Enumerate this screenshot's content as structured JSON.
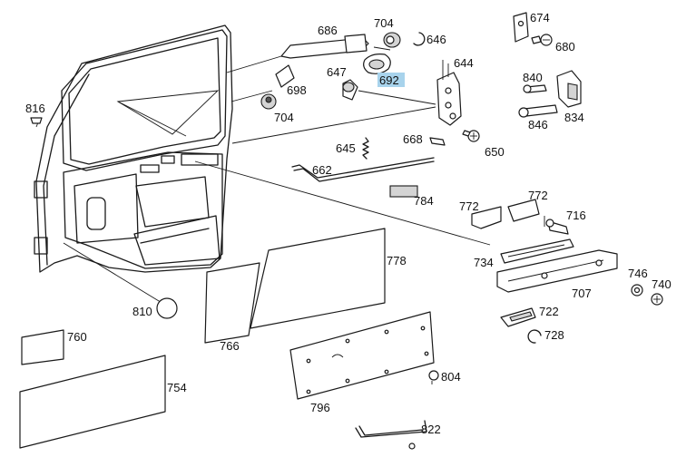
{
  "highlight_color": "#a8d3ec",
  "labels": {
    "p674": "674",
    "p680": "680",
    "p686": "686",
    "p704a": "704",
    "p646": "646",
    "p644": "644",
    "p647": "647",
    "p692": "692",
    "p698": "698",
    "p704b": "704",
    "p840": "840",
    "p834": "834",
    "p846": "846",
    "p816": "816",
    "p645": "645",
    "p668": "668",
    "p650": "650",
    "p662": "662",
    "p784": "784",
    "p772a": "772",
    "p772b": "772",
    "p716": "716",
    "p778": "778",
    "p734": "734",
    "p746": "746",
    "p740": "740",
    "p707": "707",
    "p810": "810",
    "p722": "722",
    "p760": "760",
    "p766": "766",
    "p728": "728",
    "p804": "804",
    "p754": "754",
    "p796": "796",
    "p822": "822"
  }
}
